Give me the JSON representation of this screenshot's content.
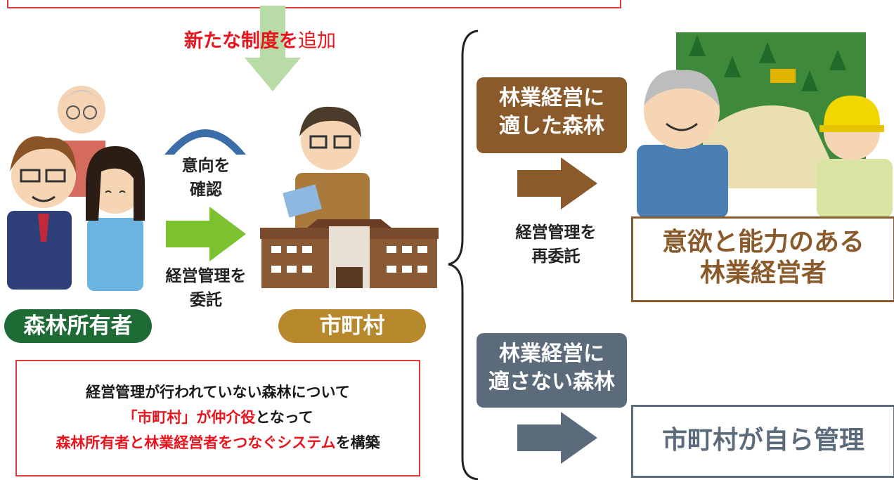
{
  "heading": {
    "part1": "新たな制度を",
    "part2": "追加"
  },
  "labels": {
    "confirm_intent": [
      "意向を",
      "確認"
    ],
    "entrust_mgmt": [
      "経営管理を",
      "委託"
    ],
    "re_entrust_mgmt": [
      "経営管理を",
      "再委託"
    ]
  },
  "pills": {
    "forest_owner": "森林所有者",
    "municipality": "市町村"
  },
  "tags": {
    "suitable_forest": [
      "林業経営に",
      "適した森林"
    ],
    "unsuitable_forest": [
      "林業経営に",
      "適さない森林"
    ]
  },
  "outcomes": {
    "motivated_manager": [
      "意欲と能力のある",
      "林業経営者"
    ],
    "self_managed": "市町村が自ら管理"
  },
  "note": {
    "line1": "経営管理が行われていない森林について",
    "line2_red": "「市町村」が仲介役",
    "line2_black": "となって",
    "line3_red": "森林所有者と林業経営者をつなぐシステム",
    "line3_black": "を構築"
  },
  "colors": {
    "red": "#e8141e",
    "green_dark": "#1e6b36",
    "gold": "#b8892c",
    "brown": "#8b5a2b",
    "slate": "#5b6b7c",
    "green_arrow": "#7cc22e",
    "pale_green": "#b7d9a3",
    "blue_arc": "#3b6ea8"
  }
}
